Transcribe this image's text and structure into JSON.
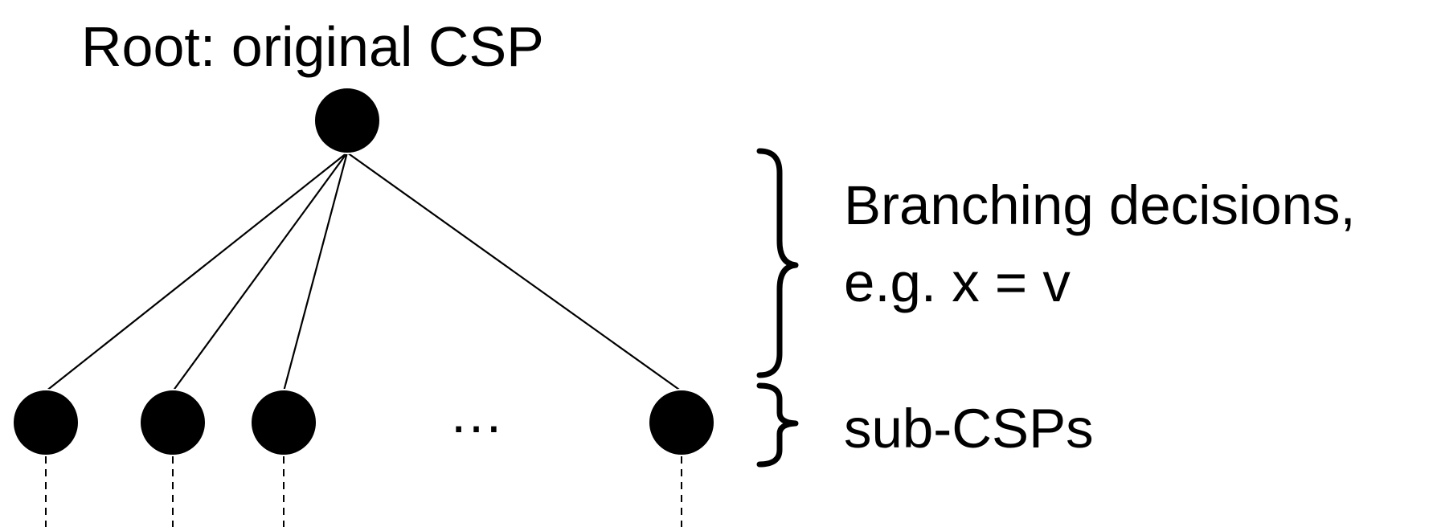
{
  "root_label": "Root: original CSP",
  "branching_label_line1": "Branching decisions,",
  "branching_label_line2": "e.g. x = v",
  "subcsp_label": "sub-CSPs",
  "ellipsis": "…",
  "colors": {
    "ink": "#000000",
    "background": "#ffffff"
  }
}
